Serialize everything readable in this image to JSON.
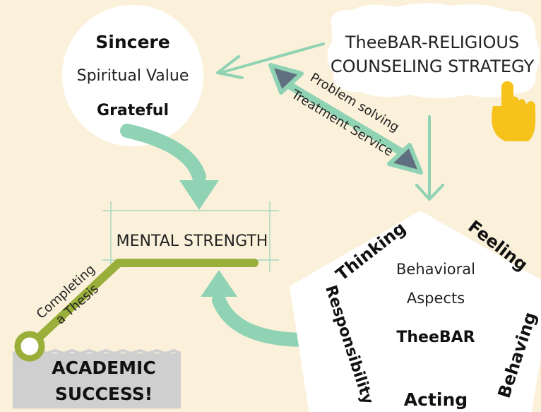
{
  "strategy": {
    "line1": "TheeBAR-RELIGIOUS",
    "line2": "COUNSELING STRATEGY"
  },
  "spiritual": {
    "sincere": "Sincere",
    "value": "Spiritual Value",
    "grateful": "Grateful"
  },
  "connector": {
    "line1": "Problem solving",
    "line2": "Treatment Service"
  },
  "mental": {
    "label": "MENTAL STRENGTH"
  },
  "thesis": {
    "line1": "Completing",
    "line2": "a Thesis"
  },
  "success": {
    "line1": "ACADEMIC",
    "line2": "SUCCESS!"
  },
  "pentagon": {
    "center1": "Behavioral",
    "center2": "Aspects",
    "center3": "TheeBAR",
    "thinking": "Thinking",
    "feeling": "Feeling",
    "behaving": "Behaving",
    "acting": "Acting",
    "responsibility": "Responsibility"
  },
  "colors": {
    "background": "#fbf1da",
    "mint": "#8fd3b4",
    "olive": "#9aae3a",
    "gray_box": "#cfcfcf",
    "triangle": "#5f6f80",
    "hand": "#f6c21c"
  }
}
